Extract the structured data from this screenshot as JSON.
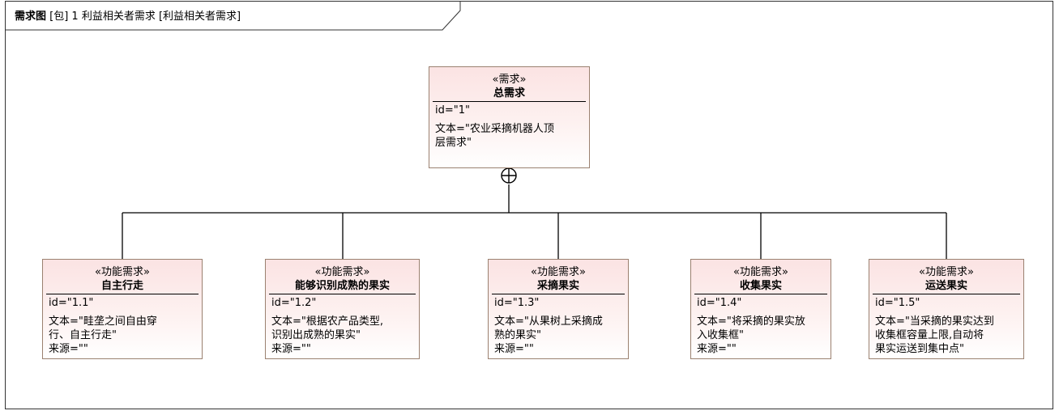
{
  "frame": {
    "keyword": "需求图",
    "title_rest": "[包] 1 利益相关者需求 [利益相关者需求]"
  },
  "root": {
    "stereotype": "«需求»",
    "name": "总需求",
    "id": "id=\"1\"",
    "text": "文本=\"农业采摘机器人顶\n层需求\""
  },
  "children": [
    {
      "stereotype": "«功能需求»",
      "name": "自主行走",
      "id": "id=\"1.1\"",
      "text": "文本=\"畦垄之间自由穿\n行、自主行走\"",
      "source": "来源=\"\""
    },
    {
      "stereotype": "«功能需求»",
      "name": "能够识别成熟的果实",
      "id": "id=\"1.2\"",
      "text": "文本=\"根据农产品类型,\n识别出成熟的果实\"",
      "source": "来源=\"\""
    },
    {
      "stereotype": "«功能需求»",
      "name": "采摘果实",
      "id": "id=\"1.3\"",
      "text": "文本=\"从果树上采摘成\n熟的果实\"",
      "source": "来源=\"\""
    },
    {
      "stereotype": "«功能需求»",
      "name": "收集果实",
      "id": "id=\"1.4\"",
      "text": "文本=\"将采摘的果实放\n入收集框\"",
      "source": "来源=\"\""
    },
    {
      "stereotype": "«功能需求»",
      "name": "运送果实",
      "id": "id=\"1.5\"",
      "text": "文本=\"当采摘的果实达到\n收集框容量上限,自动将\n果实运送到集中点\""
    }
  ]
}
